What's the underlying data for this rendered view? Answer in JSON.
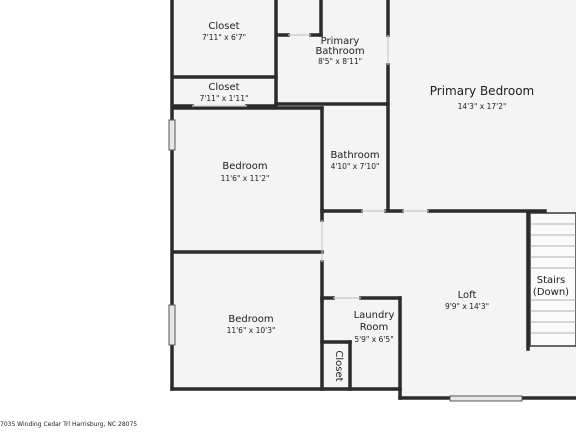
{
  "rooms": {
    "closet_top": {
      "name": "Closet",
      "dims": "7'11\" x 6'7\""
    },
    "primary_bathroom": {
      "name_line1": "Primary",
      "name_line2": "Bathroom",
      "dims": "8'5\" x 8'11\""
    },
    "primary_bedroom": {
      "name": "Primary Bedroom",
      "dims": "14'3\" x 17'2\""
    },
    "closet_small": {
      "name": "Closet",
      "dims": "7'11\" x 1'11\""
    },
    "bedroom_1": {
      "name": "Bedroom",
      "dims": "11'6\" x 11'2\""
    },
    "bathroom": {
      "name": "Bathroom",
      "dims": "4'10\" x 7'10\""
    },
    "stairs": {
      "name_line1": "Stairs",
      "name_line2": "(Down)"
    },
    "loft": {
      "name": "Loft",
      "dims": "9'9\" x 14'3\""
    },
    "bedroom_2": {
      "name": "Bedroom",
      "dims": "11'6\" x 10'3\""
    },
    "laundry": {
      "name_line1": "Laundry",
      "name_line2": "Room",
      "dims": "5'9\" x 6'5\""
    },
    "closet_vertical": {
      "name": "Closet"
    }
  },
  "footer": {
    "address": "7035 Winding Cedar Trl Harrisburg, NC 28075"
  },
  "colors": {
    "wall": "#2b2b2b",
    "floor": "#f4f4f4",
    "window": "#d0d0d0",
    "background": "#ffffff"
  }
}
